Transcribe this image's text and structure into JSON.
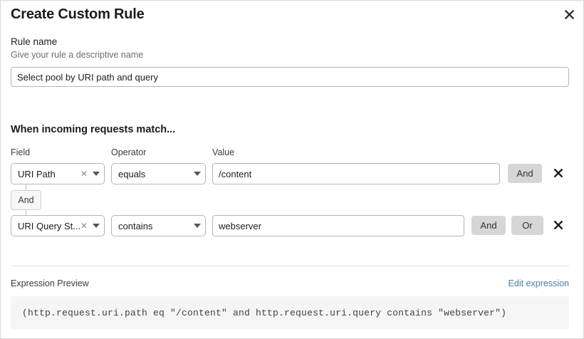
{
  "dialog": {
    "title": "Create Custom Rule",
    "close_icon": "close-icon"
  },
  "rule_name": {
    "label": "Rule name",
    "hint": "Give your rule a descriptive name",
    "value": "Select pool by URI path and query",
    "placeholder": ""
  },
  "match_section": {
    "heading": "When incoming requests match...",
    "columns": {
      "field": "Field",
      "operator": "Operator",
      "value": "Value"
    },
    "connector": {
      "label": "And"
    },
    "rows": [
      {
        "field": "URI Path",
        "operator": "equals",
        "value": "/content",
        "clear_icon": "clear-x-icon",
        "caret_icon": "chevron-down-icon",
        "logic_buttons": [
          "And"
        ],
        "delete_icon": "delete-x-icon"
      },
      {
        "field": "URI Query St...",
        "operator": "contains",
        "value": "webserver",
        "clear_icon": "clear-x-icon",
        "caret_icon": "chevron-down-icon",
        "logic_buttons": [
          "And",
          "Or"
        ],
        "delete_icon": "delete-x-icon"
      }
    ]
  },
  "expression_preview": {
    "title": "Expression Preview",
    "edit_link": "Edit expression",
    "code": "(http.request.uri.path eq \"/content\" and http.request.uri.query contains \"webserver\")"
  },
  "colors": {
    "link": "#4a7fa5",
    "logic_button_bg": "#d6d6d6",
    "code_bg": "#f5f5f5",
    "border": "#b6b6b6"
  }
}
